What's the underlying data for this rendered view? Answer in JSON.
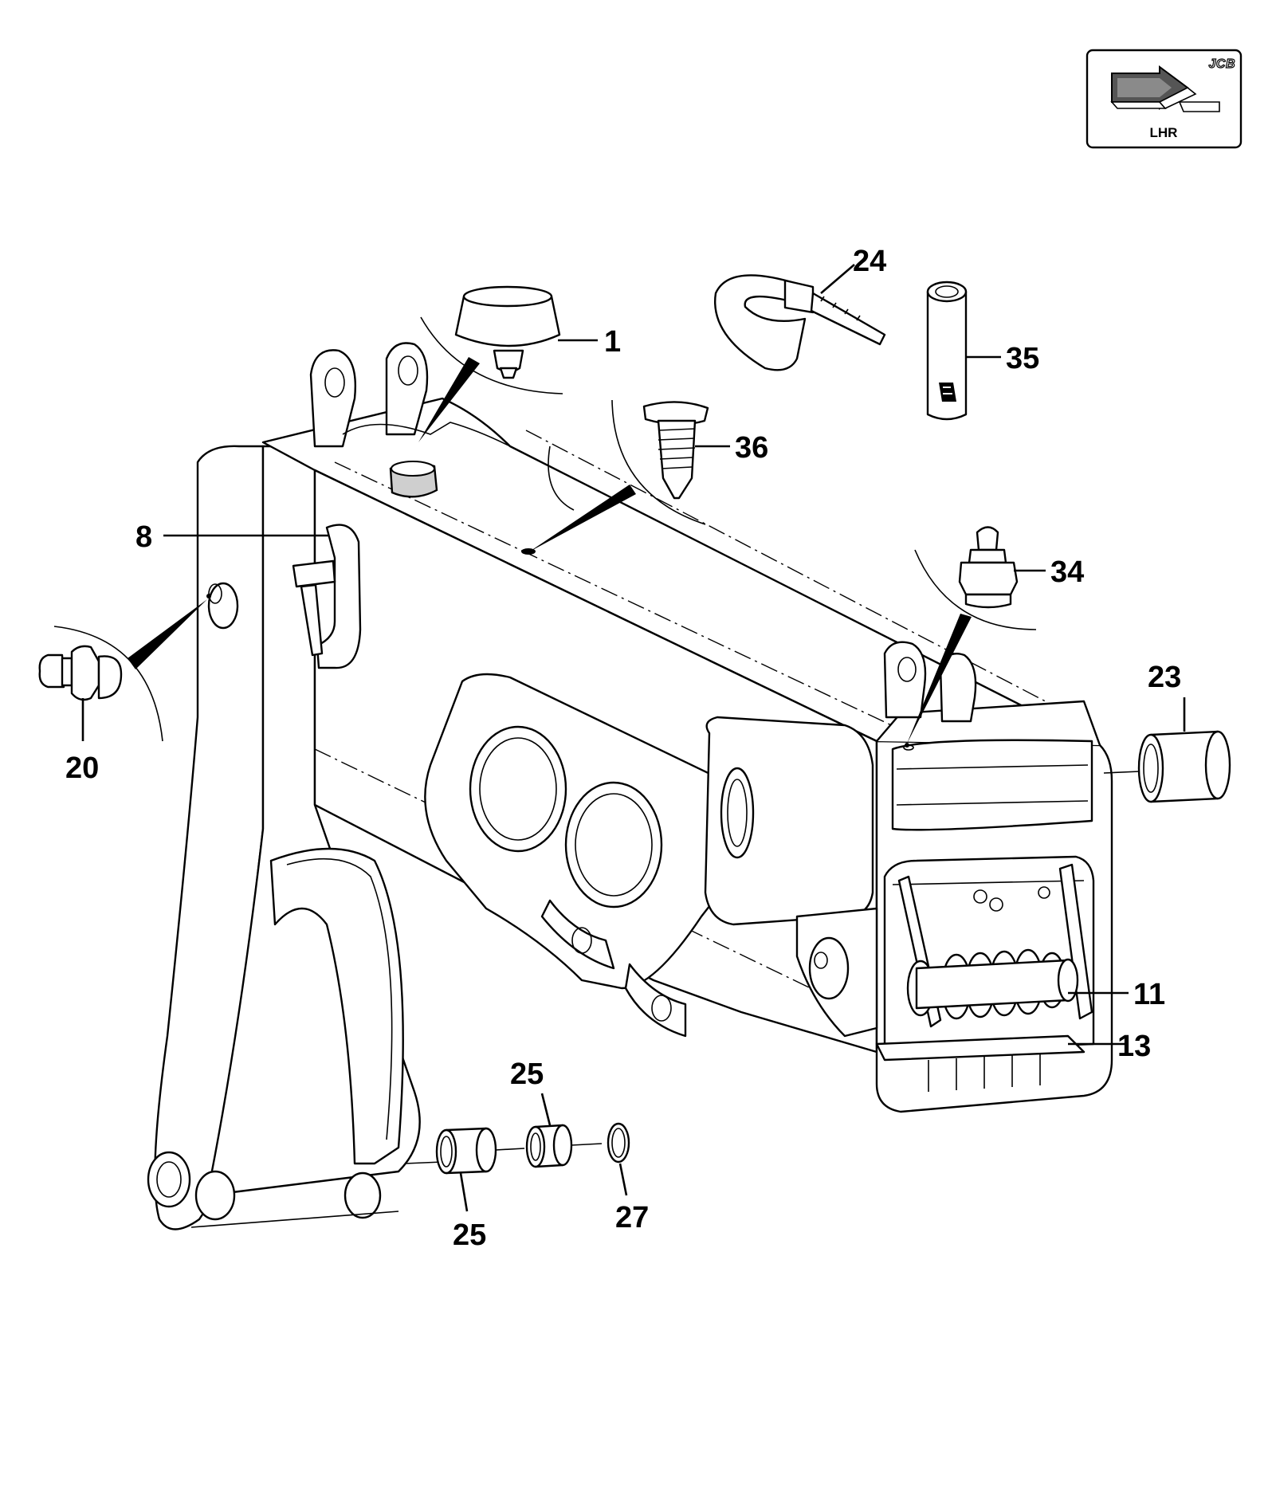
{
  "badge": {
    "brand": "JCB",
    "label": "LHR"
  },
  "callouts": [
    {
      "id": "1",
      "label": "1"
    },
    {
      "id": "8",
      "label": "8"
    },
    {
      "id": "11",
      "label": "11"
    },
    {
      "id": "13",
      "label": "13"
    },
    {
      "id": "20",
      "label": "20"
    },
    {
      "id": "23",
      "label": "23"
    },
    {
      "id": "24",
      "label": "24"
    },
    {
      "id": "25a",
      "label": "25"
    },
    {
      "id": "25b",
      "label": "25"
    },
    {
      "id": "27",
      "label": "27"
    },
    {
      "id": "34",
      "label": "34"
    },
    {
      "id": "35",
      "label": "35"
    },
    {
      "id": "36",
      "label": "36"
    }
  ]
}
